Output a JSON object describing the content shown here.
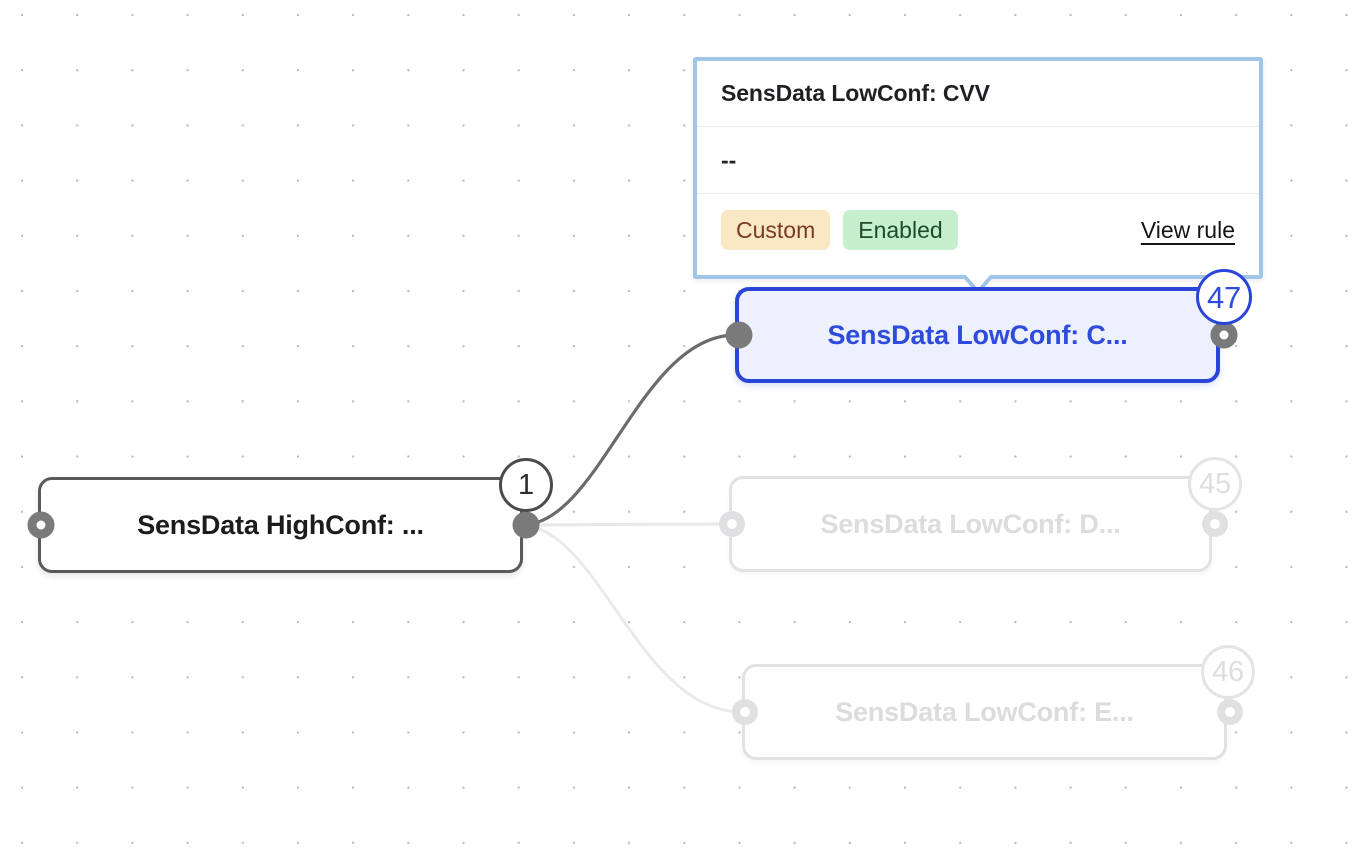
{
  "canvas": {
    "background_color": "#ffffff",
    "dot_color": "#b9b9c0",
    "dot_spacing": 55
  },
  "popover": {
    "title": "SensData LowConf: CVV",
    "value": "--",
    "border_color": "#9fc5e8",
    "chips": [
      {
        "label": "Custom",
        "bg": "#fae7c4",
        "fg": "#7a3a22"
      },
      {
        "label": "Enabled",
        "bg": "#c6efce",
        "fg": "#1f4a2c"
      }
    ],
    "link_label": "View rule"
  },
  "nodes": [
    {
      "id": "source",
      "label": "SensData HighConf: ...",
      "badge": "1",
      "state": "default",
      "border_color": "#5a5a5a",
      "text_color": "#1c1c1e"
    },
    {
      "id": "cvv",
      "label": "SensData LowConf: C...",
      "badge": "47",
      "state": "selected",
      "border_color": "#2a46d8",
      "text_color": "#2f4bdb",
      "fill_color": "#edf0fd"
    },
    {
      "id": "dob",
      "label": "SensData LowConf: D...",
      "badge": "45",
      "state": "dimmed",
      "border_color": "#e2e2e4",
      "text_color": "#dcdcde"
    },
    {
      "id": "email",
      "label": "SensData LowConf: E...",
      "badge": "46",
      "state": "dimmed",
      "border_color": "#e2e2e4",
      "text_color": "#dcdcde"
    }
  ],
  "edges": [
    {
      "id": "source-to-cvv",
      "from": "source",
      "to": "cvv",
      "state": "active",
      "color": "#6b6b6b"
    },
    {
      "id": "source-to-dob",
      "from": "source",
      "to": "dob",
      "state": "dimmed",
      "color": "#e6e6e8"
    },
    {
      "id": "source-to-email",
      "from": "source",
      "to": "email",
      "state": "dimmed",
      "color": "#e6e6e8"
    }
  ]
}
